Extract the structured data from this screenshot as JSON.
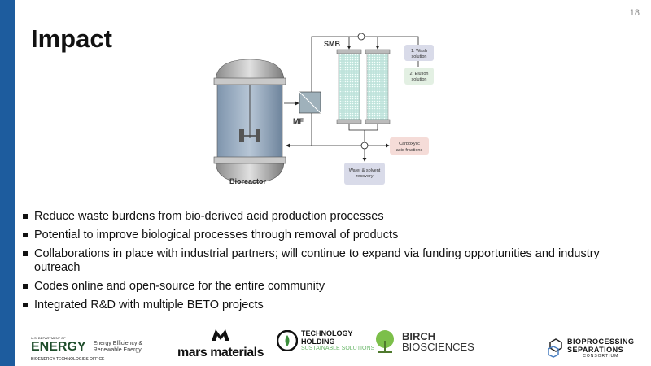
{
  "slide": {
    "title": "Impact",
    "page_number": "18",
    "accent_color": "#1d5c9e"
  },
  "diagram": {
    "labels": {
      "bioreactor": "Bioreactor",
      "mf": "MF",
      "smb": "SMB",
      "wash": [
        "1. Wash",
        "solution"
      ],
      "elution": [
        "2. Elution",
        "solution"
      ],
      "carboxylic": [
        "Carboxylic",
        "acid fractions"
      ],
      "water": [
        "Water & solvent",
        "recovery"
      ]
    }
  },
  "bullets": [
    "Reduce waste burdens from bio-derived acid production processes",
    "Potential to improve biological processes through removal of products",
    "Collaborations in place with industrial partners; will continue to expand via funding opportunities and industry outreach",
    "Codes online and open-source for the entire community",
    "Integrated R&D with multiple BETO projects"
  ],
  "logos": {
    "doe": {
      "top": "U.S. DEPARTMENT OF",
      "name": "ENERGY",
      "eere1": "Energy Efficiency &",
      "eere2": "Renewable Energy",
      "office": "BIOENERGY TECHNOLOGIES OFFICE"
    },
    "mars": "mars materials",
    "tech": {
      "l1": "TECHNOLOGY",
      "l2": "HOLDING",
      "l3": "SUSTAINABLE SOLUTIONS"
    },
    "birch": {
      "l1": "BIRCH",
      "l2": "BIOSCIENCES"
    },
    "bsc": {
      "l1": "BIOPROCESSING",
      "l2": "SEPARATIONS",
      "l3": "CONSORTIUM"
    }
  }
}
